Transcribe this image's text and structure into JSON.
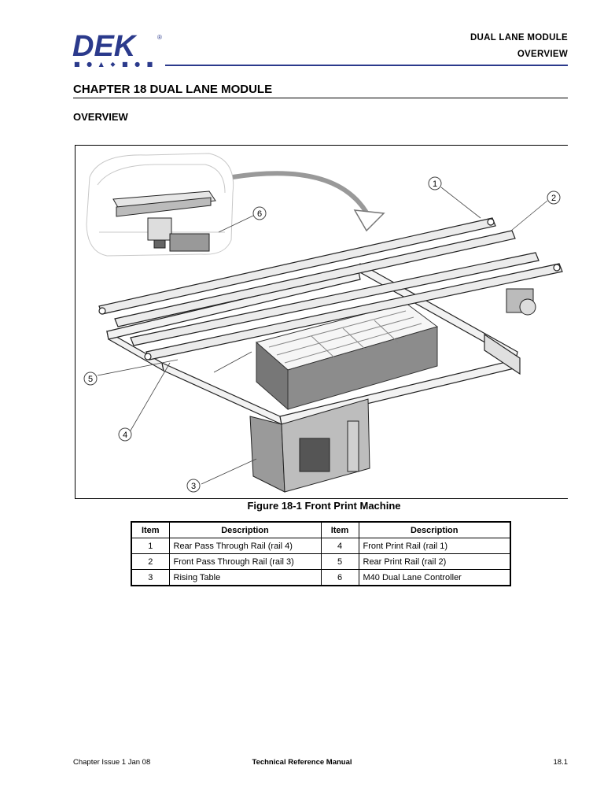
{
  "header": {
    "brand": "DEK",
    "brand_sub": "■ ● ▲ ◆ ■ ● ■",
    "module": "DUAL LANE MODULE",
    "section": "OVERVIEW"
  },
  "chapter": {
    "title": "CHAPTER 18  DUAL LANE MODULE"
  },
  "section": {
    "title": "OVERVIEW"
  },
  "figure": {
    "caption": "Figure 18-1  Front Print Machine",
    "callouts": [
      "1",
      "2",
      "3",
      "4",
      "5",
      "6"
    ]
  },
  "table": {
    "headers": [
      "Item",
      "Description",
      "Item",
      "Description"
    ],
    "rows": [
      [
        "1",
        "Rear Pass Through Rail (rail 4)",
        "4",
        "Front Print Rail (rail 1)"
      ],
      [
        "2",
        "Front Pass Through Rail (rail 3)",
        "5",
        "Rear Print Rail (rail 2)"
      ],
      [
        "3",
        "Rising Table",
        "6",
        "M40 Dual Lane Controller"
      ]
    ]
  },
  "footer": {
    "left": "Chapter Issue 1  Jan 08",
    "center": "Technical Reference Manual",
    "right": "18.1"
  },
  "colors": {
    "brand": "#2b3a8c"
  }
}
